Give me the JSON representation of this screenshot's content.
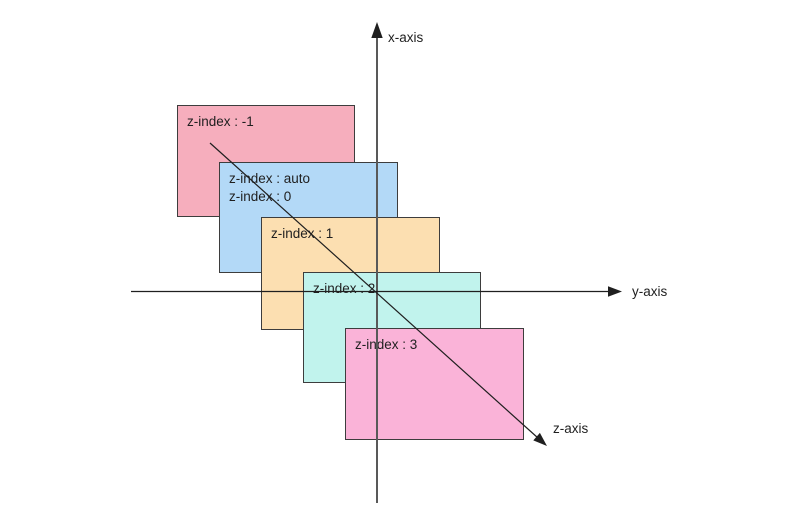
{
  "axes": {
    "x_label": "x-axis",
    "y_label": "y-axis",
    "z_label": "z-axis"
  },
  "boxes": [
    {
      "name": "z-index-minus-1",
      "lines": [
        "z-index : -1"
      ],
      "fill": "#f6aebd",
      "border": "#3d3d3d"
    },
    {
      "name": "z-index-auto-0",
      "lines": [
        "z-index : auto",
        "z-index : 0"
      ],
      "fill": "#b3d9f7",
      "border": "#3d3d3d"
    },
    {
      "name": "z-index-1",
      "lines": [
        "z-index : 1"
      ],
      "fill": "#fcdfb1",
      "border": "#3d3d3d"
    },
    {
      "name": "z-index-2",
      "lines": [
        "z-index : 2"
      ],
      "fill": "#c1f3ed",
      "border": "#3d3d3d"
    },
    {
      "name": "z-index-3",
      "lines": [
        "z-index : 3"
      ],
      "fill": "#fab3d8",
      "border": "#3d3d3d"
    }
  ],
  "colors": {
    "background": "#ffffff",
    "axis_line": "#1f1f1f",
    "x_axis_vertical_line": "#595959",
    "text": "#1f1f1f"
  }
}
